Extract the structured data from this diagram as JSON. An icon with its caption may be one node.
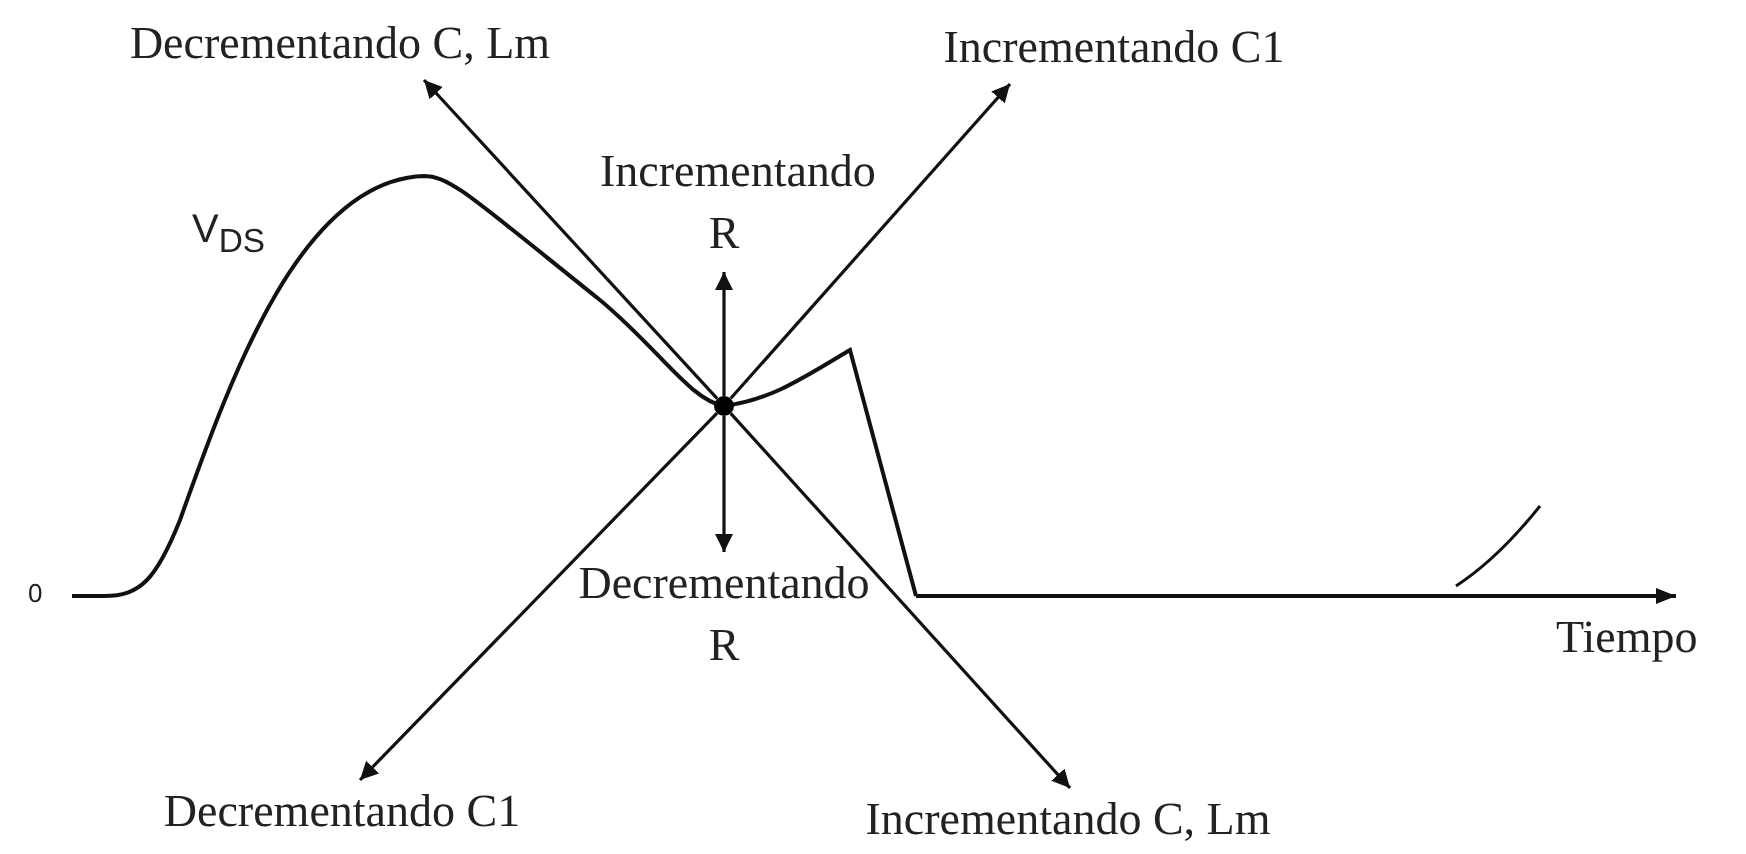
{
  "diagram": {
    "nodes": [
      {
        "text": [],
        "shape": "circle"
      },
      {
        "text": [
          "Decrementando C, Lm"
        ]
      },
      {
        "text": [
          "Incrementando C1"
        ]
      },
      {
        "text": [
          "Incrementando R"
        ]
      },
      {
        "text": [
          "Decrementando R"
        ]
      },
      {
        "text": [
          "Decrementando C1"
        ]
      },
      {
        "text": [
          "Incrementando C, Lm"
        ]
      }
    ],
    "edges": [
      {
        "from": 0,
        "to": 1,
        "arrow": "to"
      },
      {
        "from": 0,
        "to": 2,
        "arrow": "to"
      },
      {
        "from": 0,
        "to": 3,
        "arrow": "to"
      },
      {
        "from": 0,
        "to": 4,
        "arrow": "to"
      },
      {
        "from": 0,
        "to": 5,
        "arrow": "to"
      },
      {
        "from": 0,
        "to": 6,
        "arrow": "to"
      }
    ],
    "labels": [
      "V$_{DS}$",
      "0",
      "Tiempo"
    ]
  }
}
